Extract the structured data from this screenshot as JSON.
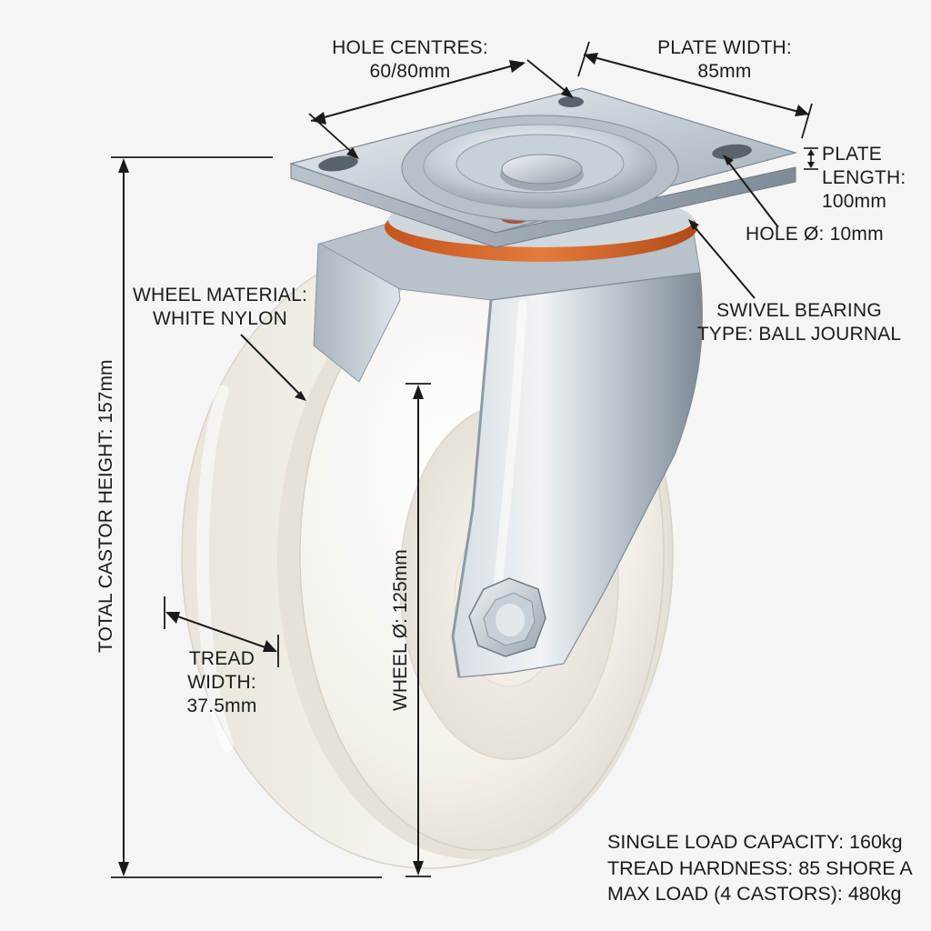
{
  "labels": {
    "hole_centres": [
      "HOLE CENTRES:",
      "60/80mm"
    ],
    "plate_width": [
      "PLATE WIDTH:",
      "85mm"
    ],
    "plate_length": [
      "PLATE",
      "LENGTH:",
      "100mm"
    ],
    "hole_diameter": "HOLE Ø: 10mm",
    "swivel_bearing": [
      "SWIVEL BEARING",
      "TYPE: BALL JOURNAL"
    ],
    "wheel_material": [
      "WHEEL MATERIAL:",
      "WHITE NYLON"
    ],
    "total_height": "TOTAL CASTOR HEIGHT: 157mm",
    "wheel_diameter": "WHEEL Ø: 125mm",
    "tread_width": [
      "TREAD",
      "WIDTH:",
      "37.5mm"
    ]
  },
  "specs": [
    "SINGLE LOAD CAPACITY: 160kg",
    "TREAD HARDNESS: 85 SHORE A",
    "MAX LOAD (4 CASTORS): 480kg"
  ],
  "colors": {
    "background": "#f5f5f5",
    "nylon_wheel": "#f4f1ea",
    "zinc_steel": "#c9d1d8",
    "bearing_seal": "#d9682a",
    "dimension_line": "#1a1a1a"
  }
}
